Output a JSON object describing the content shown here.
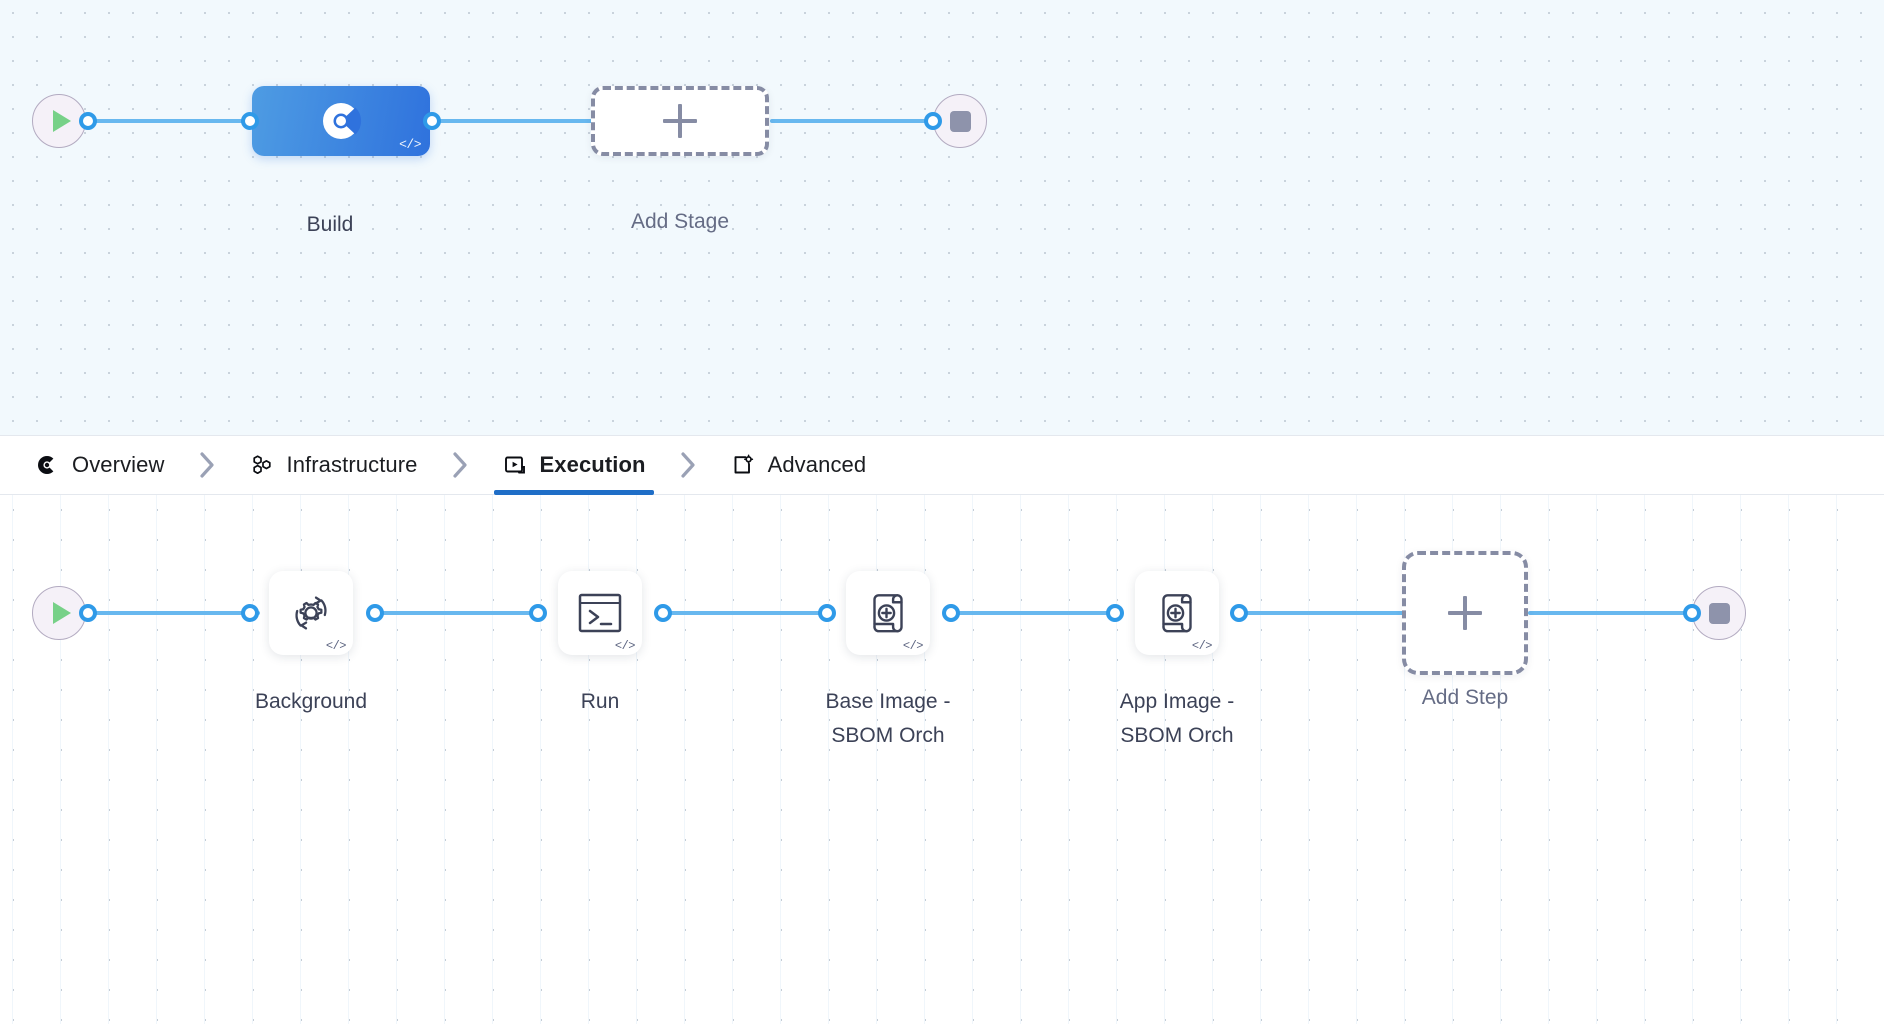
{
  "stage_graph": {
    "start_node": {
      "name": "start-node",
      "icon": "play-icon"
    },
    "end_node": {
      "name": "end-node",
      "icon": "stop-icon"
    },
    "nodes": [
      {
        "id": "build",
        "label": "Build",
        "type": "stage",
        "icon": "harness-pipeline-icon",
        "code_badge": "</>"
      },
      {
        "id": "add-stage",
        "label": "Add Stage",
        "type": "add",
        "icon": "plus-icon"
      }
    ]
  },
  "tabs": {
    "items": [
      {
        "id": "overview",
        "label": "Overview",
        "icon": "overview-icon",
        "active": false
      },
      {
        "id": "infrastructure",
        "label": "Infrastructure",
        "icon": "infrastructure-icon",
        "active": false
      },
      {
        "id": "execution",
        "label": "Execution",
        "icon": "execution-icon",
        "active": true
      },
      {
        "id": "advanced",
        "label": "Advanced",
        "icon": "advanced-icon",
        "active": false
      }
    ],
    "separator_icon": "chevron-right-icon"
  },
  "execution_graph": {
    "start_node": {
      "name": "start-node",
      "icon": "play-icon"
    },
    "end_node": {
      "name": "end-node",
      "icon": "stop-icon"
    },
    "steps": [
      {
        "id": "background",
        "label": "Background",
        "icon": "gear-refresh-icon",
        "code_badge": "</>"
      },
      {
        "id": "run",
        "label": "Run",
        "icon": "terminal-icon",
        "code_badge": "</>"
      },
      {
        "id": "base-image-sbom-orch",
        "label": "Base Image -\nSBOM Orch",
        "icon": "sbom-scroll-icon",
        "code_badge": "</>"
      },
      {
        "id": "app-image-sbom-orch",
        "label": "App Image -\nSBOM Orch",
        "icon": "sbom-scroll-icon",
        "code_badge": "</>"
      },
      {
        "id": "add-step",
        "label": "Add Step",
        "icon": "plus-icon",
        "type": "add"
      }
    ]
  },
  "colors": {
    "edge": "#68b8ef",
    "port_ring": "#2f9ae8",
    "stage_gradient_from": "#4e9ce3",
    "stage_gradient_to": "#2f72dd",
    "active_tab_underline": "#1f6ec7",
    "play_green": "#77d188",
    "stop_gray": "#8e93ab",
    "dashed_border": "#868ca4",
    "stage_canvas_bg": "#f2f9fd",
    "exec_canvas_bg": "#ffffff",
    "caption_text": "#3c4257"
  }
}
